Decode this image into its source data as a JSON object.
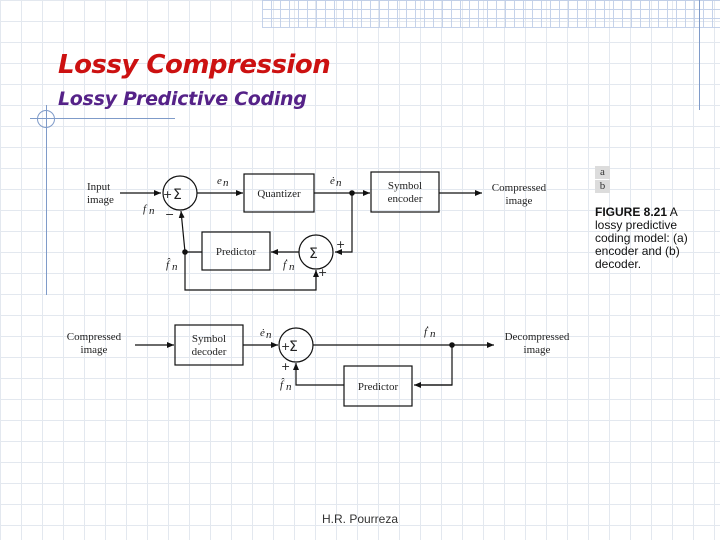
{
  "slide": {
    "title": "Lossy Compression",
    "subtitle": "Lossy Predictive Coding",
    "footer": "H.R. Pourreza"
  },
  "figure": {
    "panel_a": "a",
    "panel_b": "b",
    "caption_label": "FIGURE 8.21",
    "caption_text": "A lossy predictive coding model: (a) encoder and (b) decoder."
  },
  "encoder": {
    "input_line1": "Input",
    "input_line2": "image",
    "quantizer": "Quantizer",
    "symbol_encoder_line1": "Symbol",
    "symbol_encoder_line2": "encoder",
    "output_line1": "Compressed",
    "output_line2": "image",
    "predictor": "Predictor",
    "e_n": "e",
    "e_n_sub": "n",
    "ehat_n": "ė",
    "ehat_n_sub": "n",
    "f_n": "f",
    "f_n_sub": "n",
    "fhat_n": "f̂",
    "fhat_n_sub": "n",
    "fdot_n": "ḟ",
    "fdot_n_sub": "n",
    "sum_symbol": "Σ",
    "plus": "+",
    "minus": "−"
  },
  "decoder": {
    "input_line1": "Compressed",
    "input_line2": "image",
    "symbol_decoder_line1": "Symbol",
    "symbol_decoder_line2": "decoder",
    "output_line1": "Decompressed",
    "output_line2": "image",
    "predictor": "Predictor",
    "ehat_n": "ė",
    "ehat_n_sub": "n",
    "fdot_n": "ḟ",
    "fdot_n_sub": "n",
    "fhat_n": "f̂",
    "fhat_n_sub": "n",
    "sum_symbol": "Σ",
    "plus": "+"
  }
}
